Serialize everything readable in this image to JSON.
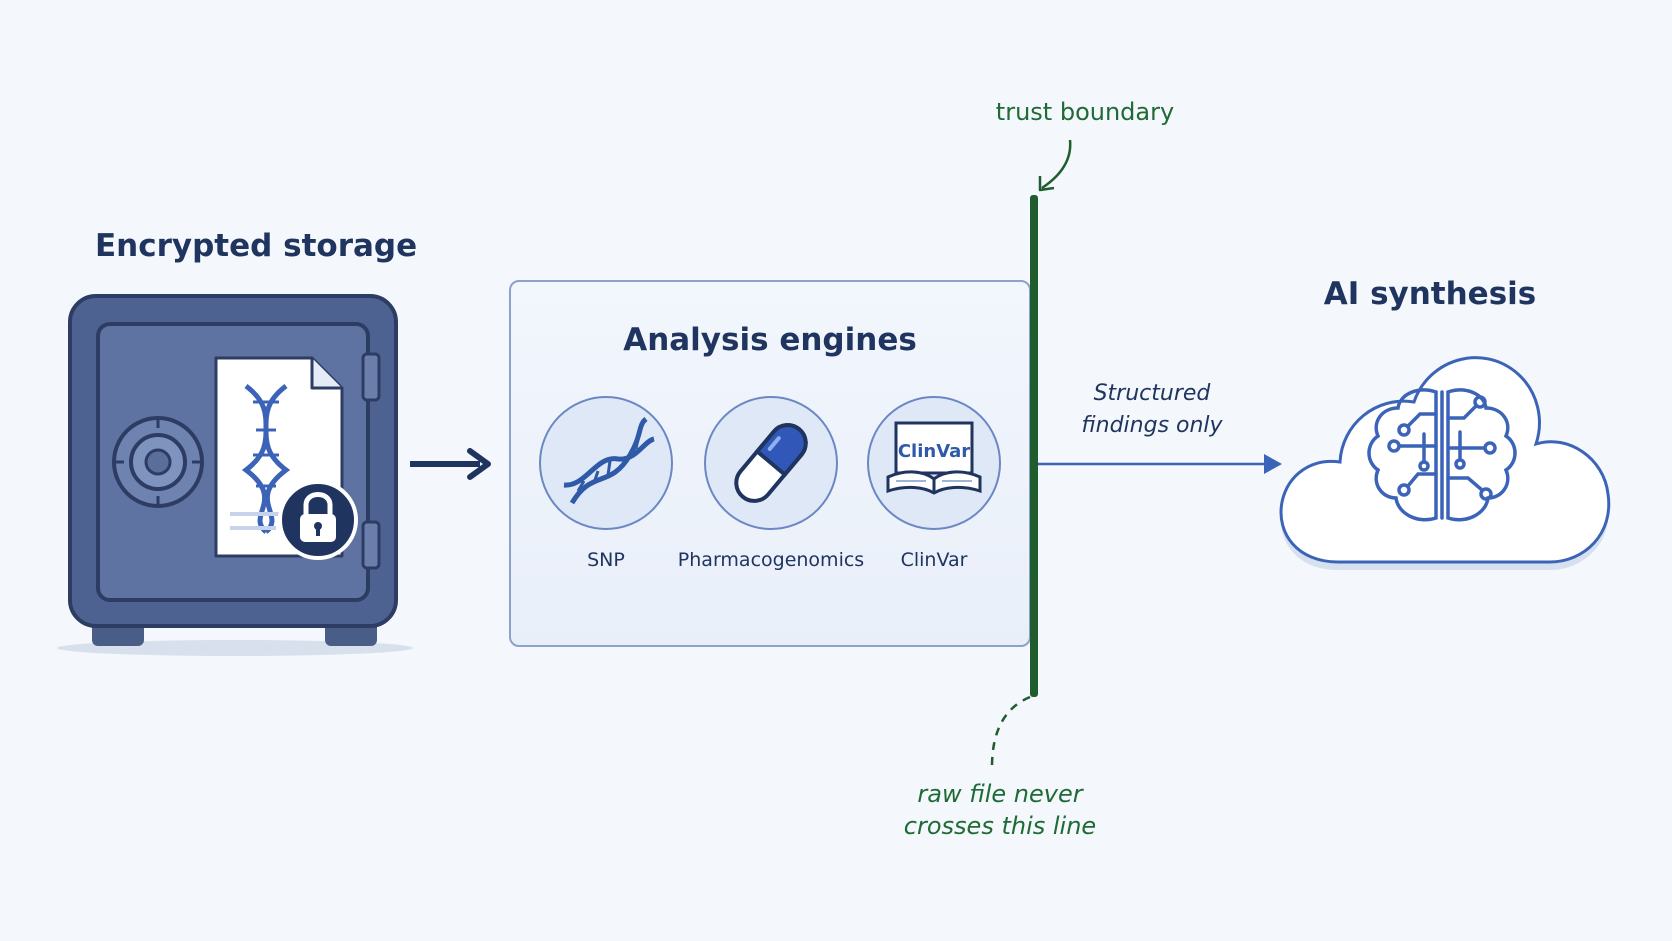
{
  "storage": {
    "title": "Encrypted storage"
  },
  "engines": {
    "title": "Analysis engines",
    "items": [
      {
        "label": "SNP",
        "icon": "dna-icon"
      },
      {
        "label": "Pharmacogenomics",
        "icon": "pill-capsule-icon"
      },
      {
        "label": "ClinVar",
        "icon": "book-icon",
        "badge_text": "ClinVar"
      }
    ]
  },
  "boundary": {
    "title": "trust boundary",
    "note_line1": "raw file never",
    "note_line2": "crosses this line"
  },
  "flow": {
    "label_line1": "Structured",
    "label_line2": "findings only"
  },
  "ai": {
    "title": "AI synthesis"
  },
  "colors": {
    "navy": "#1f3560",
    "accent_blue": "#3b64b8",
    "boundary_green": "#1f5c2e",
    "background": "#f4f7fb"
  }
}
